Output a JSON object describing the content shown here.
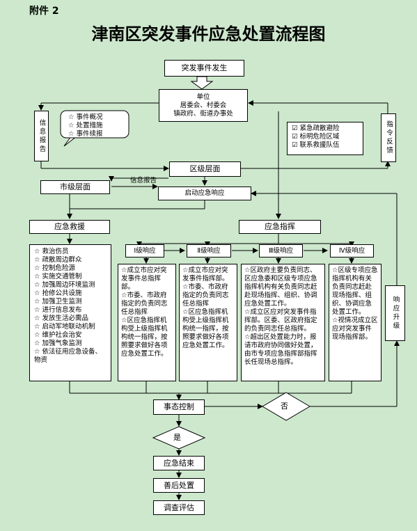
{
  "attachment_label": "附件 2",
  "title": "津南区突发事件应急处置流程图",
  "event_occurs": "突发事件发生",
  "units": [
    "单位",
    "居委会、村委会",
    "镇政府、街道办事处"
  ],
  "info_report_left": "信息报告",
  "command_feedback": "指令反馈",
  "report_items": [
    "事件概况",
    "处置措施",
    "事件续报"
  ],
  "measures": [
    "紧急疏散避险",
    "标明危险区域",
    "联系救援队伍"
  ],
  "district_level": "区级层面",
  "city_level": "市级层面",
  "info_report_line": "信息报告",
  "start_response": "启动应急响应",
  "rescue_title": "应急救援",
  "rescue_items": [
    "救治伤员",
    "疏散周边群众",
    "控制危险源",
    "实施交通管制",
    "加强周边环境监测",
    "抢修公共设施",
    "加强卫生监测",
    "进行信息发布",
    "发放生活必需品",
    "启动军地联动机制",
    "维护社会治安",
    "加强气象监测",
    "依法征用应急设备、物资"
  ],
  "command_title": "应急指挥",
  "levels": [
    {
      "label": "Ⅰ级响应",
      "text": "☆成立市应对突发事件总指挥部。\n☆市委、市政府指定的负责同志任总指挥\n☆区应急指挥机构受上级指挥机构统一指挥，按照要求做好各项应急处置工作。"
    },
    {
      "label": "Ⅱ级响应",
      "text": "☆成立市应对突发事件指挥部。\n☆市委、市政府指定的负责同志任总指挥\n☆区应急指挥机构受上级指挥机构统一指挥，按照要求做好各项应急处置工作。"
    },
    {
      "label": "Ⅲ级响应",
      "text": "☆区政府主要负责同志、区应急委和区级专项应急指挥机构有关负责同志赶赴现场指挥、组织、协调应急处置工作。\n☆成立区应对突发事件指挥部。区委、区政府指定的负责同志任总指挥。\n☆超出区处置能力时，报请市政府协同做好处置，由市专项应急指挥部指挥长任现场总指挥。"
    },
    {
      "label": "Ⅳ级响应",
      "text": "☆区级专项应急指挥机构有关负责同志赶赴现场指挥、组织、协调应急处置工作。\n☆视情况成立区应对突发事件现场指挥部。"
    }
  ],
  "upgrade": "响应升级",
  "situation_control": "事态控制",
  "no": "否",
  "yes": "是",
  "end_response": "应急结束",
  "aftermath": "善后处置",
  "investigation": "调查评估"
}
